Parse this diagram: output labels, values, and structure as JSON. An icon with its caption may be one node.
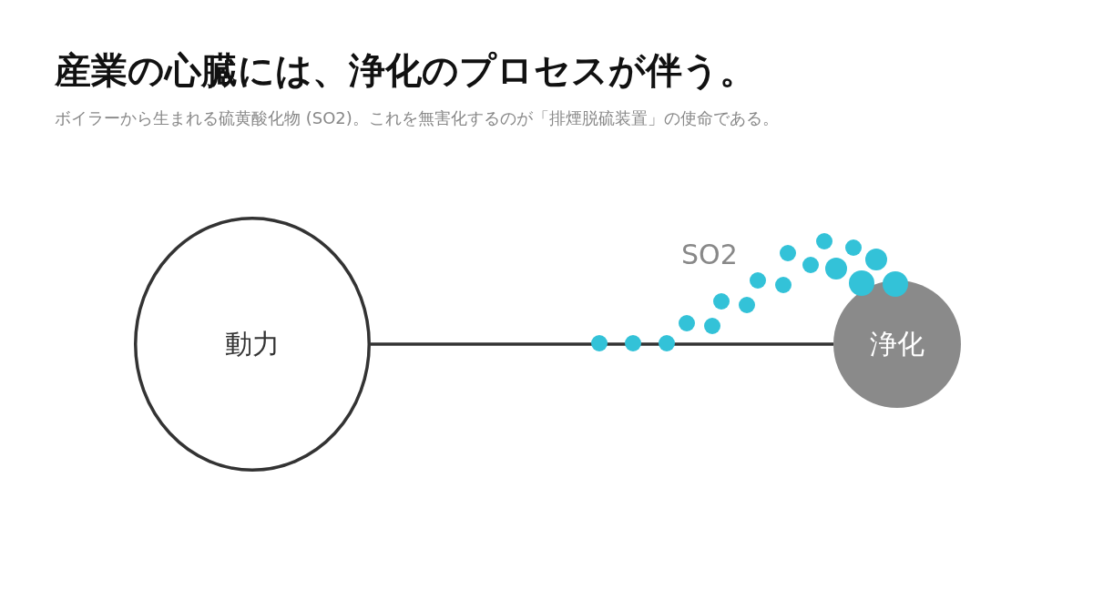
{
  "diagram": {
    "title": "産業の心臓には、浄化のプロセスが伴う。",
    "caption": "ボイラーから生まれる硫黄酸化物 (SO2)。これを無害化するのが「排煙脱硫装置」の使命である。",
    "nodes": [
      {
        "text": [
          "動力"
        ]
      },
      {
        "text": [
          "浄化"
        ]
      }
    ],
    "edges": [
      {
        "from": 0,
        "to": 1,
        "arrow": "none"
      }
    ],
    "labels": [
      "SO2"
    ]
  }
}
